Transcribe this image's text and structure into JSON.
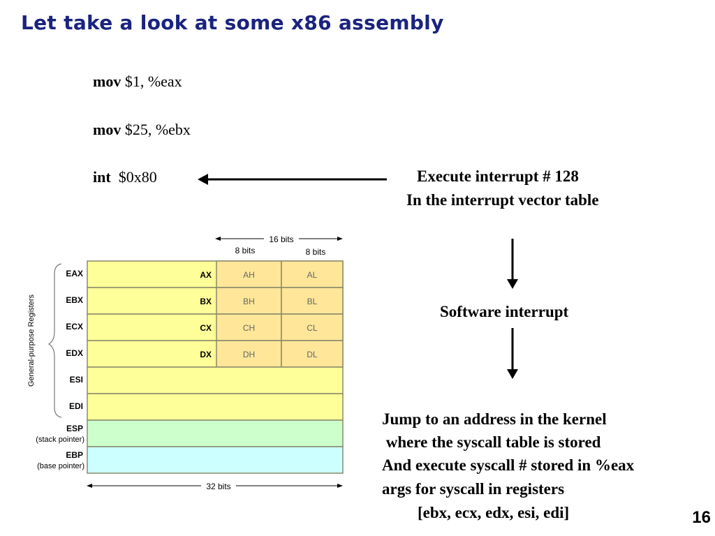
{
  "title": "Let take a look at some x86 assembly",
  "code": [
    {
      "op": "mov",
      "args": "$1, %eax"
    },
    {
      "op": "mov",
      "args": "$25, %ebx"
    },
    {
      "op": "int",
      "args": " $0x80"
    }
  ],
  "notes": {
    "interrupt_line1": "Execute interrupt # 128",
    "interrupt_line2": "In the interrupt vector table",
    "software_interrupt": "Software interrupt",
    "jump_lines": [
      "Jump to an address in the kernel",
      " where the syscall table is stored",
      "And execute syscall # stored in %eax",
      "args for syscall in registers",
      "[ebx, ecx, edx, esi, edi]"
    ]
  },
  "register_diagram": {
    "width_16": "16 bits",
    "width_8a": "8 bits",
    "width_8b": "8 bits",
    "width_32": "32 bits",
    "group_label": "General-purpose Registers",
    "rows": [
      {
        "name": "EAX",
        "sub": "",
        "word": "AX",
        "high": "AH",
        "low": "AL"
      },
      {
        "name": "EBX",
        "sub": "",
        "word": "BX",
        "high": "BH",
        "low": "BL"
      },
      {
        "name": "ECX",
        "sub": "",
        "word": "CX",
        "high": "CH",
        "low": "CL"
      },
      {
        "name": "EDX",
        "sub": "",
        "word": "DX",
        "high": "DH",
        "low": "DL"
      },
      {
        "name": "ESI",
        "sub": "",
        "word": "",
        "high": "",
        "low": ""
      },
      {
        "name": "EDI",
        "sub": "",
        "word": "",
        "high": "",
        "low": ""
      },
      {
        "name": "ESP",
        "sub": "(stack pointer)",
        "word": "",
        "high": "",
        "low": ""
      },
      {
        "name": "EBP",
        "sub": "(base pointer)",
        "word": "",
        "high": "",
        "low": ""
      }
    ],
    "colors": {
      "general": "#ffff99",
      "subreg": "#ffe699",
      "stack": "#ccffcc",
      "base": "#ccffff",
      "border": "#8a8a6a",
      "subtext": "#666666"
    }
  },
  "page_number": "16"
}
